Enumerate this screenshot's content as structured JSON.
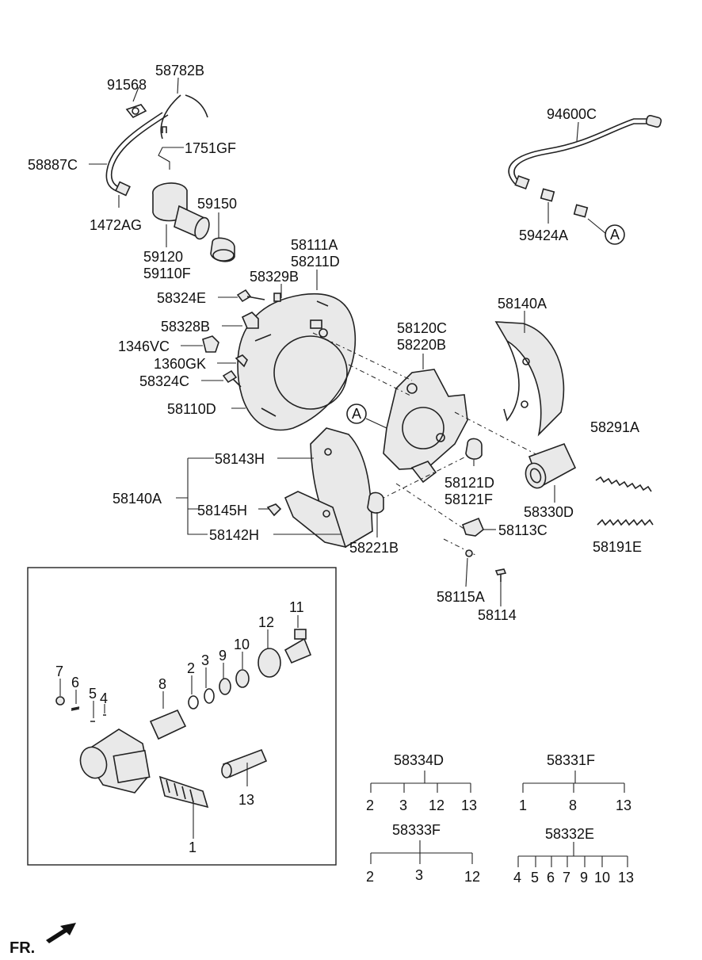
{
  "labels": {
    "p91568": "91568",
    "p58782B": "58782B",
    "p58887C": "58887C",
    "p1751GF": "1751GF",
    "p1472AG": "1472AG",
    "p59150": "59150",
    "p59120": "59120",
    "p59110F": "59110F",
    "p94600C": "94600C",
    "p59424A": "59424A",
    "refA1": "A",
    "p58111A": "58111A",
    "p58211D": "58211D",
    "p58329B": "58329B",
    "p58324E": "58324E",
    "p58328B": "58328B",
    "p1346VC": "1346VC",
    "p1360GK": "1360GK",
    "p58324C": "58324C",
    "p58110D": "58110D",
    "p58140A_top": "58140A",
    "p58120C": "58120C",
    "p58220B": "58220B",
    "refA2": "A",
    "p58291A": "58291A",
    "p58143H": "58143H",
    "p58140A_left": "58140A",
    "p58145H": "58145H",
    "p58142H": "58142H",
    "p58121D": "58121D",
    "p58121F": "58121F",
    "p58330D": "58330D",
    "p58221B": "58221B",
    "p58113C": "58113C",
    "p58191E": "58191E",
    "p58115A": "58115A",
    "p58114": "58114",
    "fr": "FR."
  },
  "inset_numbers": {
    "n1": "1",
    "n2": "2",
    "n3": "3",
    "n4": "4",
    "n5": "5",
    "n6": "6",
    "n7": "7",
    "n8": "8",
    "n9": "9",
    "n10": "10",
    "n11": "11",
    "n12": "12",
    "n13": "13"
  },
  "kits": [
    {
      "code": "58334D",
      "items": [
        "2",
        "3",
        "12",
        "13"
      ]
    },
    {
      "code": "58331F",
      "items": [
        "1",
        "8",
        "13"
      ]
    },
    {
      "code": "58333F",
      "items": [
        "2",
        "3",
        "12"
      ]
    },
    {
      "code": "58332E",
      "items": [
        "4",
        "5",
        "6",
        "7",
        "9",
        "10",
        "13"
      ]
    }
  ]
}
